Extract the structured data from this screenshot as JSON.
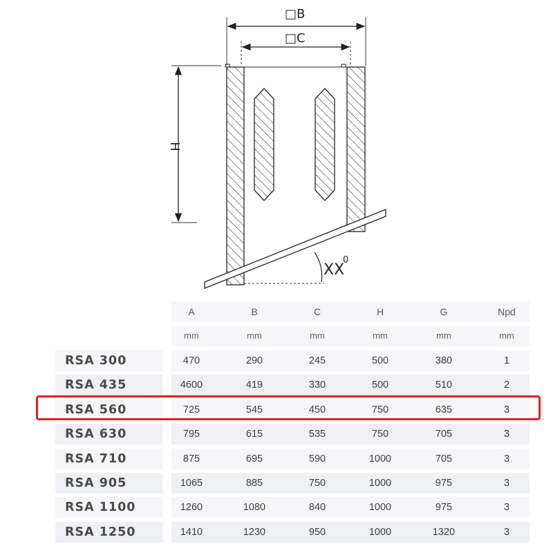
{
  "drawing": {
    "labels": {
      "outer_width": "□B",
      "inner_width": "□C",
      "height": "H",
      "angle": "XX",
      "angle_superscript": "0"
    }
  },
  "table": {
    "columns": [
      "A",
      "B",
      "C",
      "H",
      "G",
      "Npd"
    ],
    "units": [
      "mm",
      "mm",
      "mm",
      "mm",
      "mm",
      "mm"
    ],
    "rows": [
      {
        "model": "RSA 300",
        "values": [
          "470",
          "290",
          "245",
          "500",
          "380",
          "1"
        ]
      },
      {
        "model": "RSA 435",
        "values": [
          "4600",
          "419",
          "330",
          "500",
          "510",
          "2"
        ]
      },
      {
        "model": "RSA 560",
        "values": [
          "725",
          "545",
          "450",
          "750",
          "635",
          "3"
        ]
      },
      {
        "model": "RSA 630",
        "values": [
          "795",
          "615",
          "535",
          "750",
          "705",
          "3"
        ]
      },
      {
        "model": "RSA 710",
        "values": [
          "875",
          "695",
          "590",
          "1000",
          "705",
          "3"
        ]
      },
      {
        "model": "RSA 905",
        "values": [
          "1065",
          "885",
          "750",
          "1000",
          "975",
          "3"
        ]
      },
      {
        "model": "RSA 1100",
        "values": [
          "1260",
          "1080",
          "840",
          "1000",
          "975",
          "3"
        ]
      },
      {
        "model": "RSA 1250",
        "values": [
          "1410",
          "1230",
          "950",
          "1000",
          "1320",
          "3"
        ]
      }
    ],
    "highlighted_row_index": 2,
    "highlight_color": "#e02020"
  }
}
